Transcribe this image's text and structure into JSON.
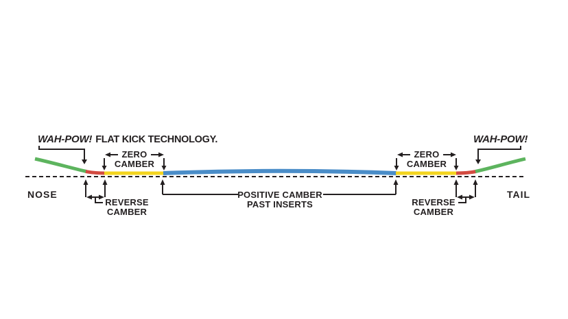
{
  "diagram": {
    "labels": {
      "wah_pow": "WAH-POW!",
      "flat_kick": "FLAT KICK TECHNOLOGY.",
      "zero_camber_line1": "ZERO",
      "zero_camber_line2": "CAMBER",
      "reverse_camber_line1": "REVERSE",
      "reverse_camber_line2": "CAMBER",
      "positive_camber_line1": "POSITIVE CAMBER",
      "positive_camber_line2": "PAST INSERTS",
      "nose": "NOSE",
      "tail": "TAIL"
    },
    "colors": {
      "kick_green": "#5db45e",
      "reverse_red": "#d34b41",
      "zero_yellow": "#f3d41e",
      "positive_blue": "#4a8dc8",
      "ink": "#231f20"
    },
    "zones": [
      {
        "zone": "nose kick",
        "color": "#5db45e",
        "label": "WAH-POW! FLAT KICK TECHNOLOGY."
      },
      {
        "zone": "reverse camber (nose)",
        "color": "#d34b41",
        "label": "REVERSE CAMBER"
      },
      {
        "zone": "zero camber (nose)",
        "color": "#f3d41e",
        "label": "ZERO CAMBER"
      },
      {
        "zone": "positive camber",
        "color": "#4a8dc8",
        "label": "POSITIVE CAMBER PAST INSERTS"
      },
      {
        "zone": "zero camber (tail)",
        "color": "#f3d41e",
        "label": "ZERO CAMBER"
      },
      {
        "zone": "reverse camber (tail)",
        "color": "#d34b41",
        "label": "REVERSE CAMBER"
      },
      {
        "zone": "tail kick",
        "color": "#5db45e",
        "label": "WAH-POW!"
      }
    ]
  }
}
